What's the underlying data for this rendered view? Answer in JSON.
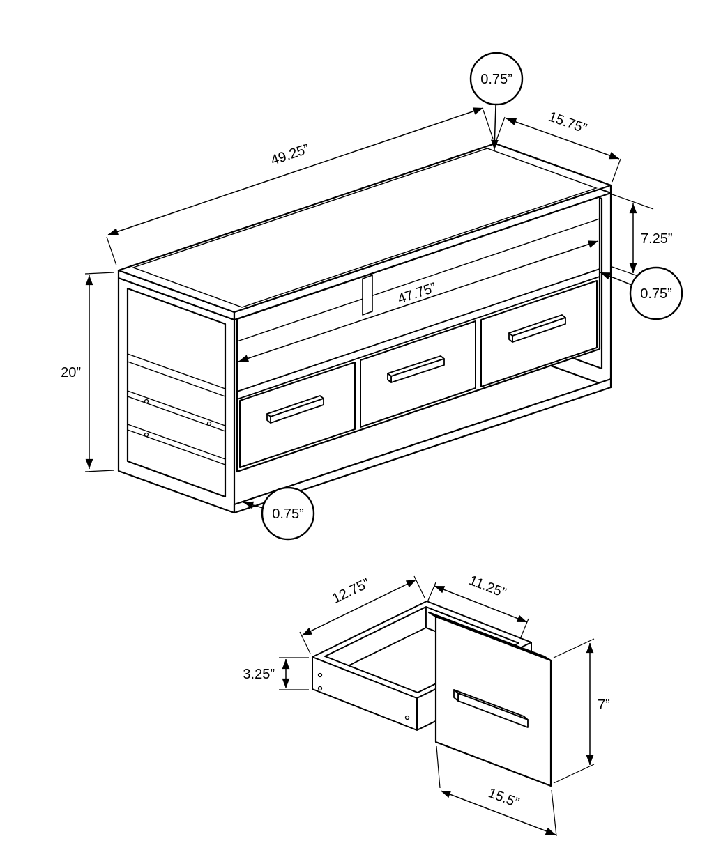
{
  "stand": {
    "width_label": "49.25”",
    "depth_label": "15.75”",
    "height_label": "20”",
    "inner_width_label": "47.75”",
    "shelf_clearance_label": "7.25”",
    "top_thickness_label": "0.75”",
    "shelf_thickness_label": "0.75”",
    "frame_thickness_label": "0.75”"
  },
  "drawer": {
    "depth_label": "12.75”",
    "inner_width_label": "11.25”",
    "side_height_label": "3.25”",
    "front_height_label": "7”",
    "front_width_label": "15.5”"
  }
}
